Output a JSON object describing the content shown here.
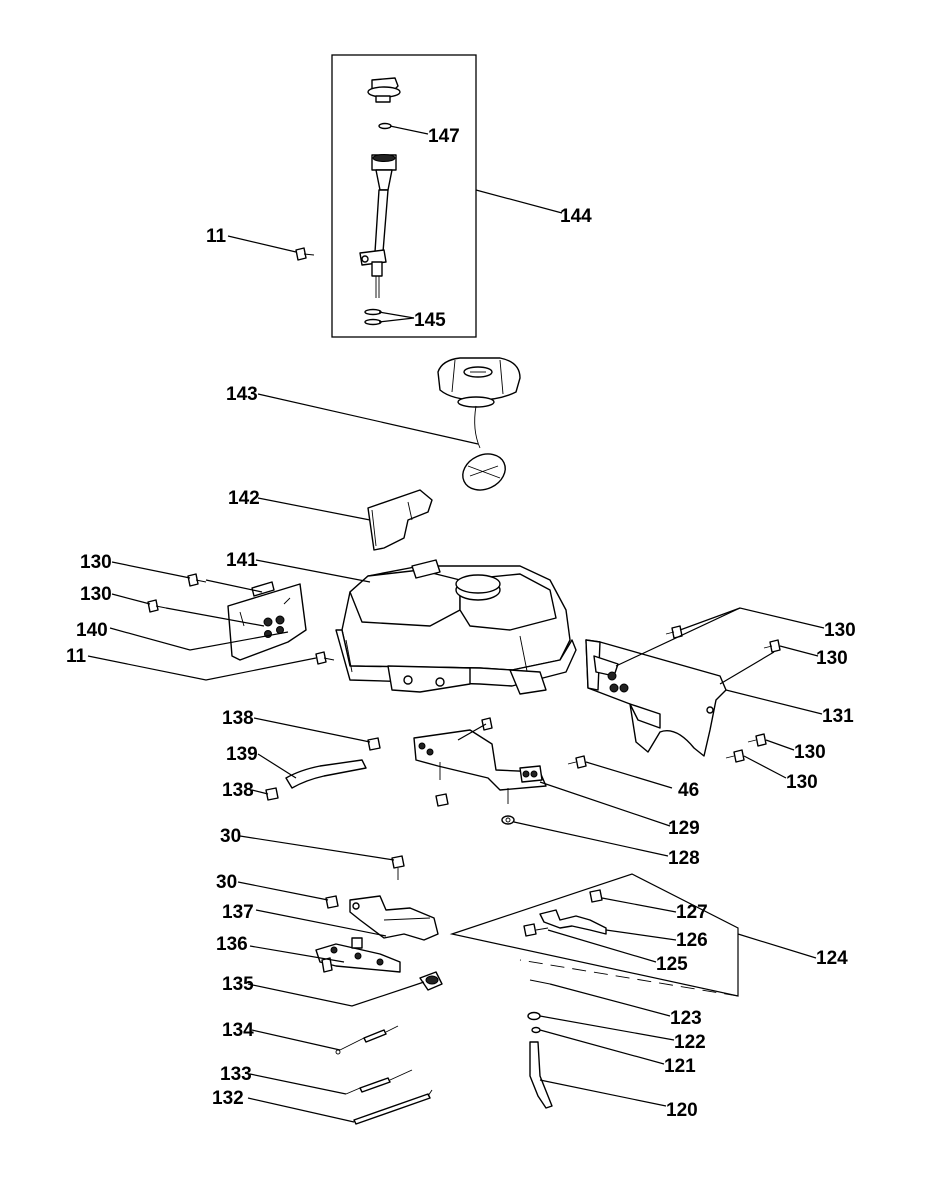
{
  "labels": {
    "l147": "147",
    "l144": "144",
    "l11a": "11",
    "l145": "145",
    "l143": "143",
    "l142": "142",
    "l141": "141",
    "l130a": "130",
    "l130b": "130",
    "l140": "140",
    "l11b": "11",
    "l130c": "130",
    "l130d": "130",
    "l131": "131",
    "l130e": "130",
    "l130f": "130",
    "l138a": "138",
    "l139": "139",
    "l138b": "138",
    "l46": "46",
    "l129": "129",
    "l128": "128",
    "l30a": "30",
    "l30b": "30",
    "l137": "137",
    "l136": "136",
    "l135": "135",
    "l127": "127",
    "l126": "126",
    "l125": "125",
    "l124": "124",
    "l123": "123",
    "l122": "122",
    "l121": "121",
    "l120": "120",
    "l134": "134",
    "l133": "133",
    "l132": "132"
  }
}
